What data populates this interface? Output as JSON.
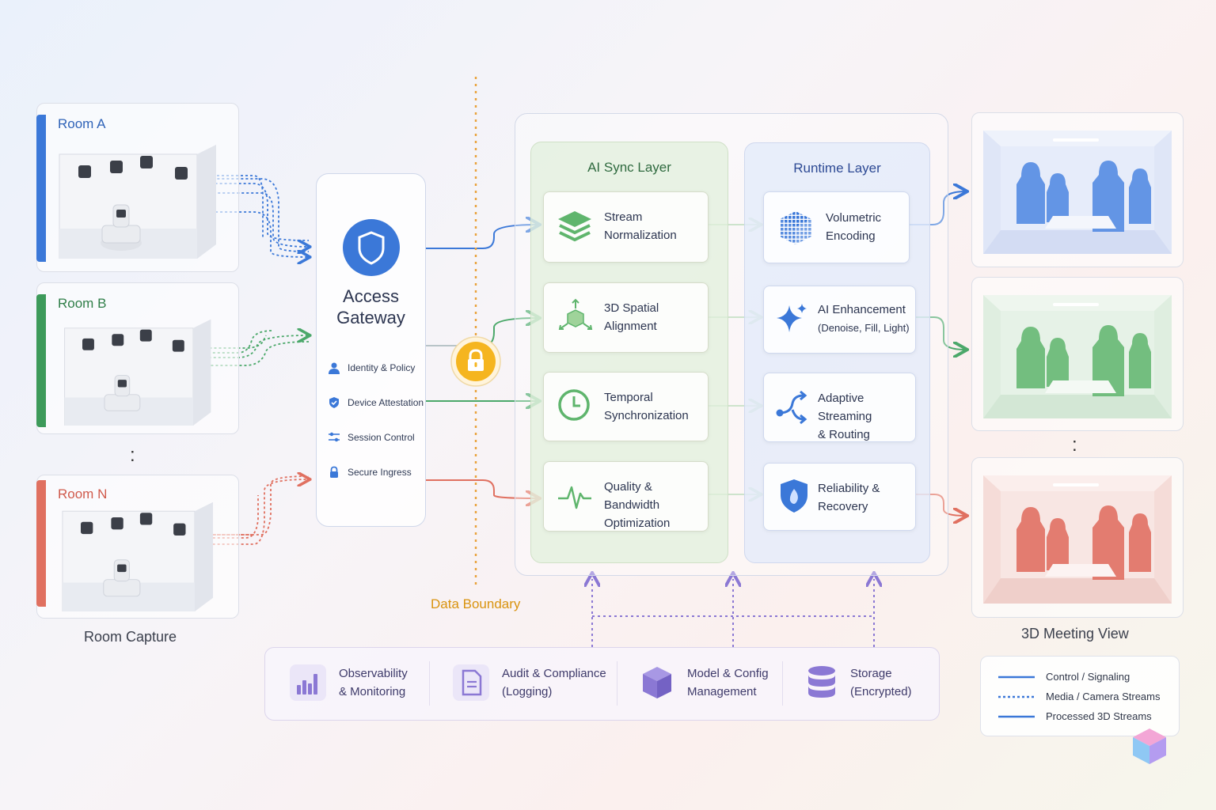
{
  "rooms": [
    {
      "label": "Room A",
      "color": "#3b78d8"
    },
    {
      "label": "Room B",
      "color": "#3d9a5a"
    },
    {
      "label": "Room N",
      "color": "#e07060"
    }
  ],
  "room_capture_label": "Room Capture",
  "ellipsis": ":",
  "gateway": {
    "title_line1": "Access",
    "title_line2": "Gateway",
    "items": [
      {
        "label": "Identity & Policy",
        "icon": "user-icon"
      },
      {
        "label": "Device Attestation",
        "icon": "shield-check-icon"
      },
      {
        "label": "Session Control",
        "icon": "sliders-icon"
      },
      {
        "label": "Secure Ingress",
        "icon": "lock-icon"
      }
    ]
  },
  "data_boundary_label": "Data Boundary",
  "ai_sync_layer": {
    "title": "AI Sync Layer",
    "nodes": [
      {
        "line1": "Stream",
        "line2": "Normalization",
        "icon": "layers-icon"
      },
      {
        "line1": "3D Spatial",
        "line2": "Alignment",
        "icon": "cube-arrows-icon"
      },
      {
        "line1": "Temporal",
        "line2": "Synchronization",
        "icon": "clock-icon"
      },
      {
        "line1": "Quality & Bandwidth",
        "line2": "Optimization",
        "icon": "pulse-icon"
      }
    ]
  },
  "runtime_layer": {
    "title": "Runtime Layer",
    "nodes": [
      {
        "line1": "Volumetric",
        "line2": "Encoding",
        "icon": "voxel-cube-icon"
      },
      {
        "line1": "AI Enhancement",
        "line2": "(Denoise, Fill, Light)",
        "icon": "sparkle-icon"
      },
      {
        "line1": "Adaptive Streaming",
        "line2": "& Routing",
        "icon": "routing-icon"
      },
      {
        "line1": "Reliability &",
        "line2": "Recovery",
        "icon": "shield-icon"
      }
    ]
  },
  "meeting_view_label": "3D Meeting View",
  "services": [
    {
      "line1": "Observability",
      "line2": "& Monitoring",
      "icon": "bar-chart-icon"
    },
    {
      "line1": "Audit & Compliance",
      "line2": "(Logging)",
      "icon": "document-icon"
    },
    {
      "line1": "Model & Config",
      "line2": "Management",
      "icon": "box-icon"
    },
    {
      "line1": "Storage",
      "line2": "(Encrypted)",
      "icon": "database-icon"
    }
  ],
  "legend": [
    {
      "label": "Control / Signaling",
      "style": "solid"
    },
    {
      "label": "Media / Camera Streams",
      "style": "dotted"
    },
    {
      "label": "Processed 3D Streams",
      "style": "solid"
    }
  ],
  "colors": {
    "blue": "#3b78d8",
    "green": "#4ba86a",
    "red": "#e07060",
    "orange": "#e9a23b",
    "purple": "#8b78d4"
  }
}
